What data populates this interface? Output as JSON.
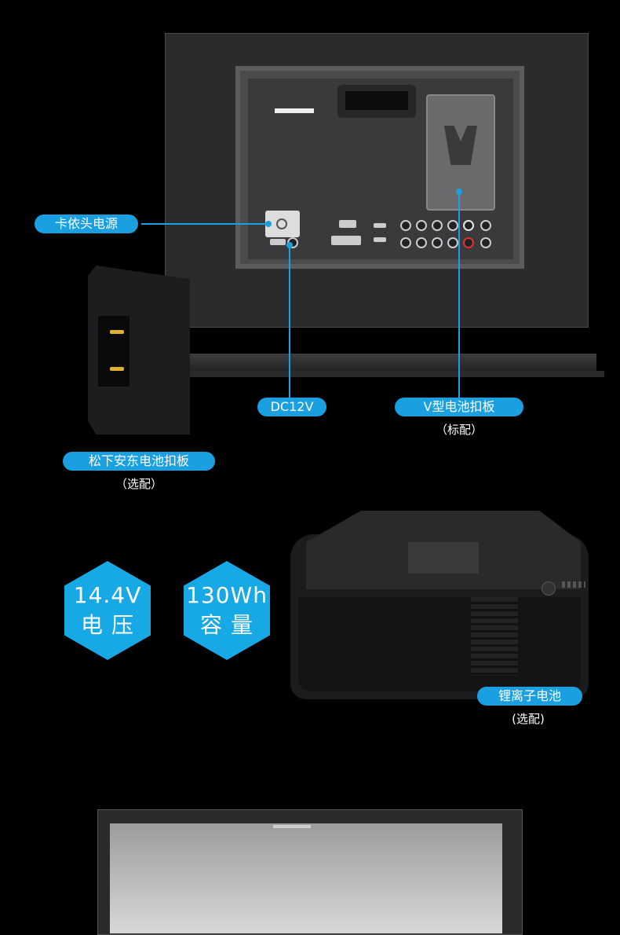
{
  "labels": {
    "anton_power": "卡依头电源",
    "dc": "DC12V",
    "v_mount": "V型电池扣板",
    "v_mount_note": "（标配）",
    "panasonic_plate": "松下安东电池扣板",
    "panasonic_plate_note": "（选配）",
    "li_battery": "锂离子电池",
    "li_battery_note": "(选配)"
  },
  "specs": [
    {
      "value": "14.4V",
      "name": "电 压"
    },
    {
      "value": "130Wh",
      "name": "容 量"
    }
  ],
  "colors": {
    "accent": "#1aa0e0",
    "background": "#000000"
  }
}
